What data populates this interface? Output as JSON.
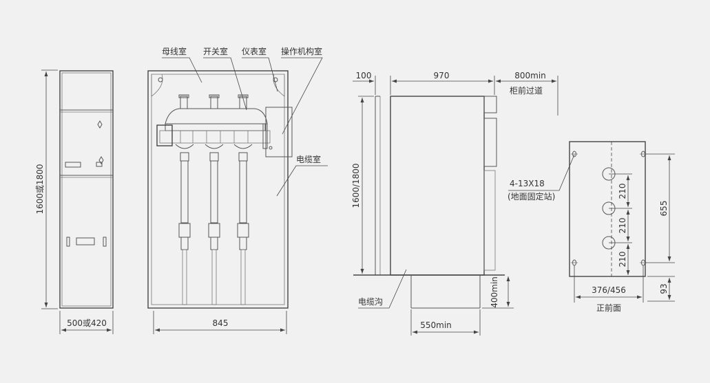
{
  "colors": {
    "background": "#f1f1f1",
    "line": "#555555",
    "text": "#333333"
  },
  "front_view": {
    "height_dim": "1600或1800",
    "width_dim": "500或420"
  },
  "interior_view": {
    "labels": {
      "busbar": "母线室",
      "switch": "开关室",
      "instrument": "仪表室",
      "mechanism": "操作机构室",
      "cable": "电缆室"
    },
    "width_dim": "845"
  },
  "side_view": {
    "dim_100": "100",
    "dim_970": "970",
    "dim_800min": "800min",
    "front_passage": "柜前过道",
    "height_dim": "1600/1800",
    "cable_trench": "电缆沟",
    "dim_400min": "400min",
    "dim_550min": "550min"
  },
  "base_view": {
    "bolt_spec": "4-13X18",
    "bolt_note": "(地面固定站)",
    "spacing1": "210",
    "spacing2": "210",
    "spacing3": "210",
    "dim_655": "655",
    "width_dim": "376/456",
    "dim_93": "93",
    "front_label": "正前面"
  }
}
